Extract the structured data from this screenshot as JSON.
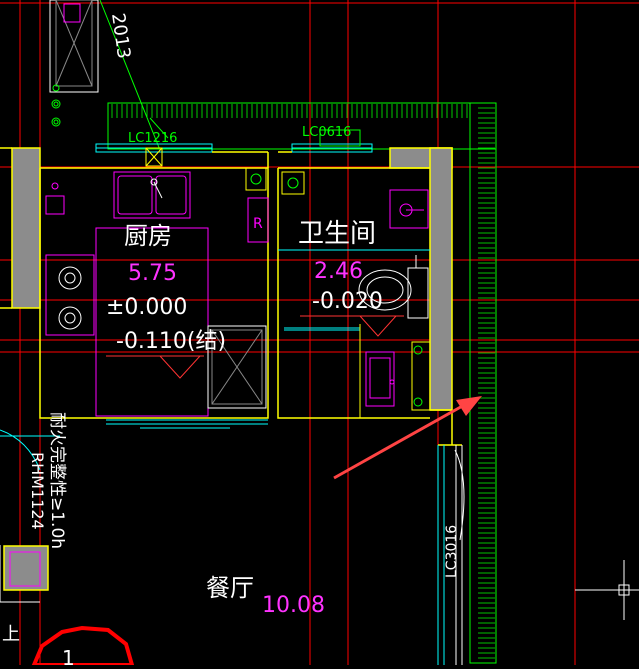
{
  "drawing": {
    "labels": {
      "window_top_left": "LC1216",
      "window_top_right": "LC0616",
      "top_dimension": "2013",
      "window_right_side": "LC3016",
      "door_tag": "RHM1124",
      "door_note": "耐火完整性≥1.0h",
      "stair_up": "上",
      "axis_bubble": "1",
      "fixture_tag": "R"
    },
    "rooms": {
      "kitchen": {
        "name": "厨房",
        "area": "5.75",
        "level": "±0.000",
        "structural_level": "-0.110(结)"
      },
      "bathroom": {
        "name": "卫生间",
        "area": "2.46",
        "level": "-0.020"
      },
      "dining": {
        "name": "餐厅",
        "area": "10.08"
      }
    },
    "colors": {
      "background": "#000000",
      "wall_fill": "#8c8c8c",
      "wall_outline": "#ffff00",
      "fixture": "#ff00ff",
      "text": "#ffffff",
      "area_text": "#ff33ff",
      "window": "#00ffff",
      "grid_red": "#ff0000",
      "hatch_green": "#00ff00",
      "annotation_arrow": "#ff4444"
    }
  }
}
